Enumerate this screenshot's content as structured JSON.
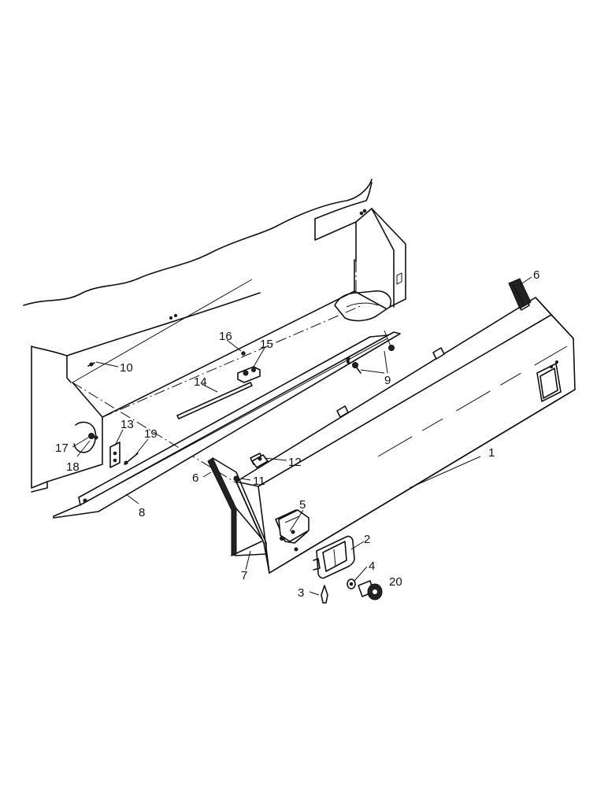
{
  "callouts": [
    {
      "id": "c1",
      "text": "1"
    },
    {
      "id": "c2",
      "text": "2"
    },
    {
      "id": "c3",
      "text": "3"
    },
    {
      "id": "c4",
      "text": "4"
    },
    {
      "id": "c5",
      "text": "5"
    },
    {
      "id": "c6a",
      "text": "6"
    },
    {
      "id": "c6b",
      "text": "6"
    },
    {
      "id": "c7",
      "text": "7"
    },
    {
      "id": "c8",
      "text": "8"
    },
    {
      "id": "c9",
      "text": "9"
    },
    {
      "id": "c10",
      "text": "10"
    },
    {
      "id": "c11",
      "text": "11"
    },
    {
      "id": "c12",
      "text": "12"
    },
    {
      "id": "c13",
      "text": "13"
    },
    {
      "id": "c14",
      "text": "14"
    },
    {
      "id": "c15",
      "text": "15"
    },
    {
      "id": "c16",
      "text": "16"
    },
    {
      "id": "c17",
      "text": "17"
    },
    {
      "id": "c18",
      "text": "18"
    },
    {
      "id": "c19",
      "text": "19"
    },
    {
      "id": "c20",
      "text": "20"
    }
  ]
}
